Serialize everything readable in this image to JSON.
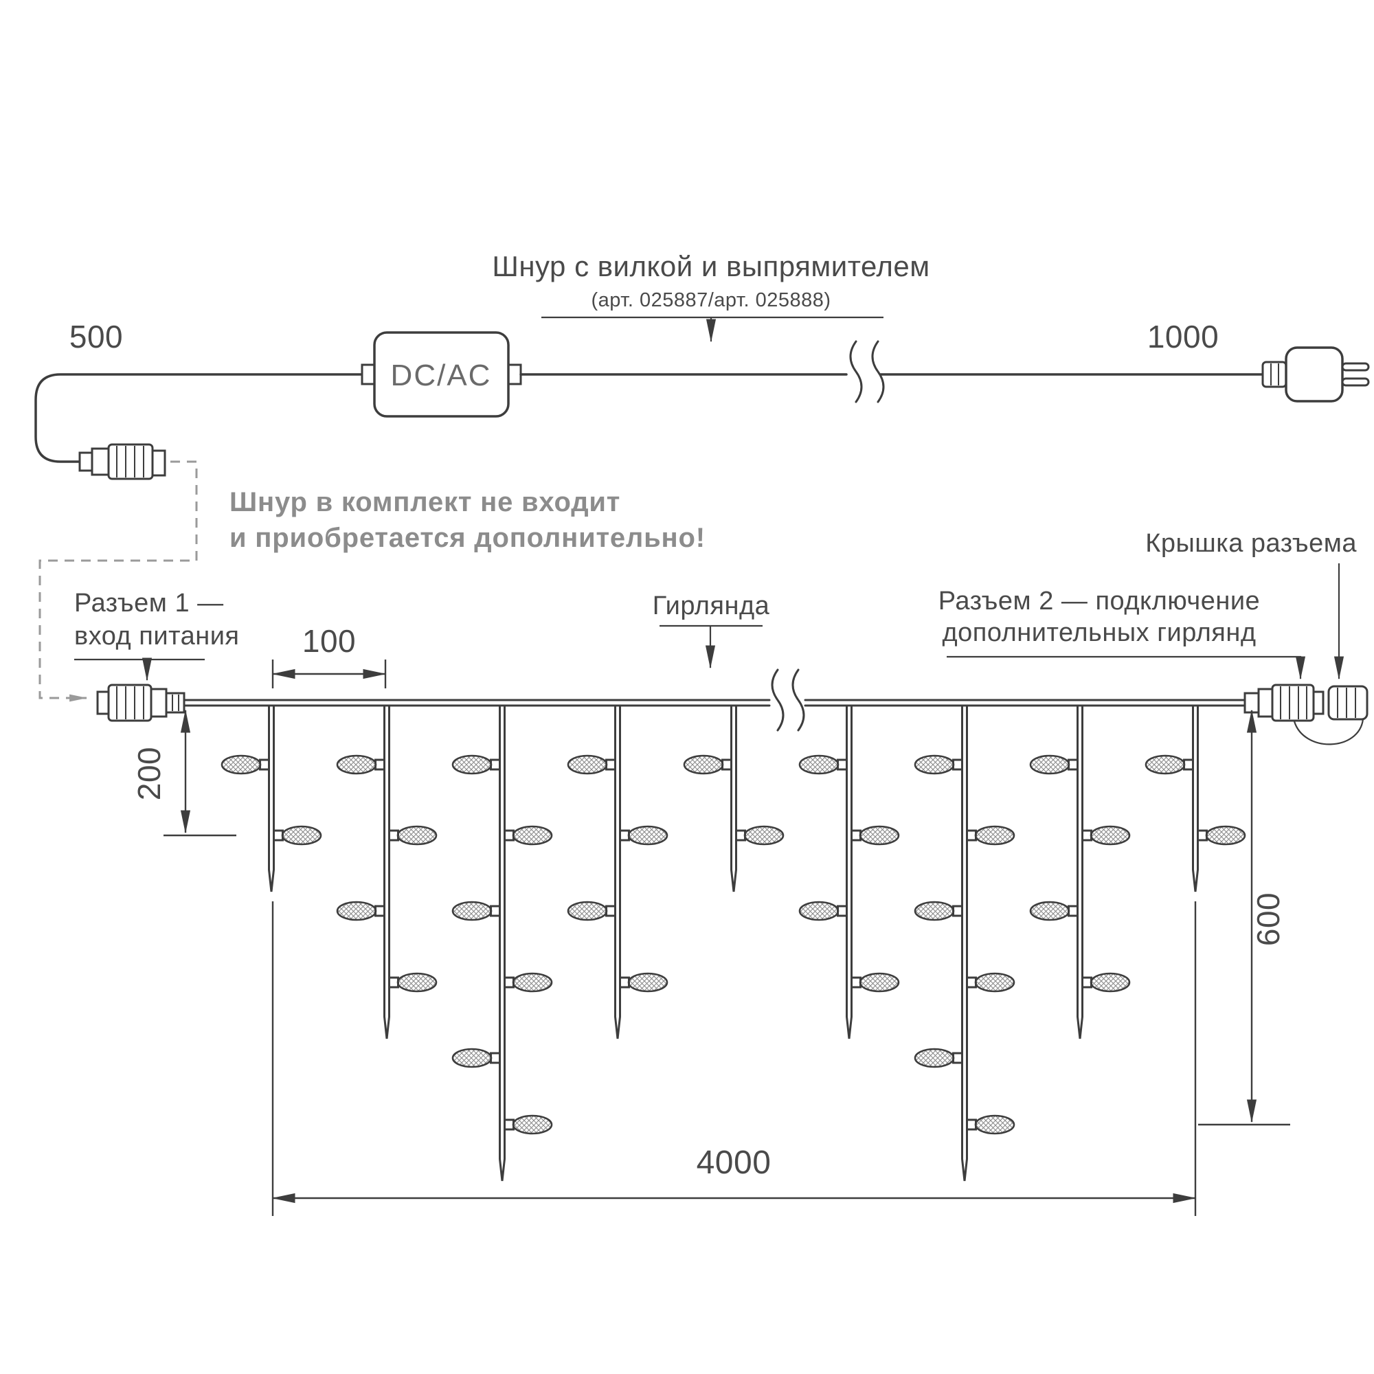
{
  "colors": {
    "line": "#3d3d3d",
    "text": "#4a4a4a",
    "muted_note": "#8c8c8c",
    "dashed": "#9a9a9a",
    "background": "#ffffff"
  },
  "cord": {
    "title": "Шнур с вилкой и выпрямителем",
    "article": "(арт. 025887/арт. 025888)",
    "converter_label": "DC/AC",
    "dim_cord_left": "500",
    "dim_cord_right": "1000",
    "note_line1": "Шнур в комплект не входит",
    "note_line2": "и приобретается дополнительно!"
  },
  "garland": {
    "label": "Гирлянда",
    "connector1_line1": "Разъем 1 —",
    "connector1_line2": "вход питания",
    "connector2_line1": "Разъем 2 — подключение",
    "connector2_line2": "дополнительных гирлянд",
    "cap_label": "Крышка разъема",
    "dim_spacing": "100",
    "dim_drop_short": "200",
    "dim_drop_long": "600",
    "dim_total_length": "4000",
    "drops": {
      "bulbs_per_drop": [
        2,
        4,
        6,
        4,
        2,
        4,
        6,
        4,
        2
      ]
    }
  }
}
